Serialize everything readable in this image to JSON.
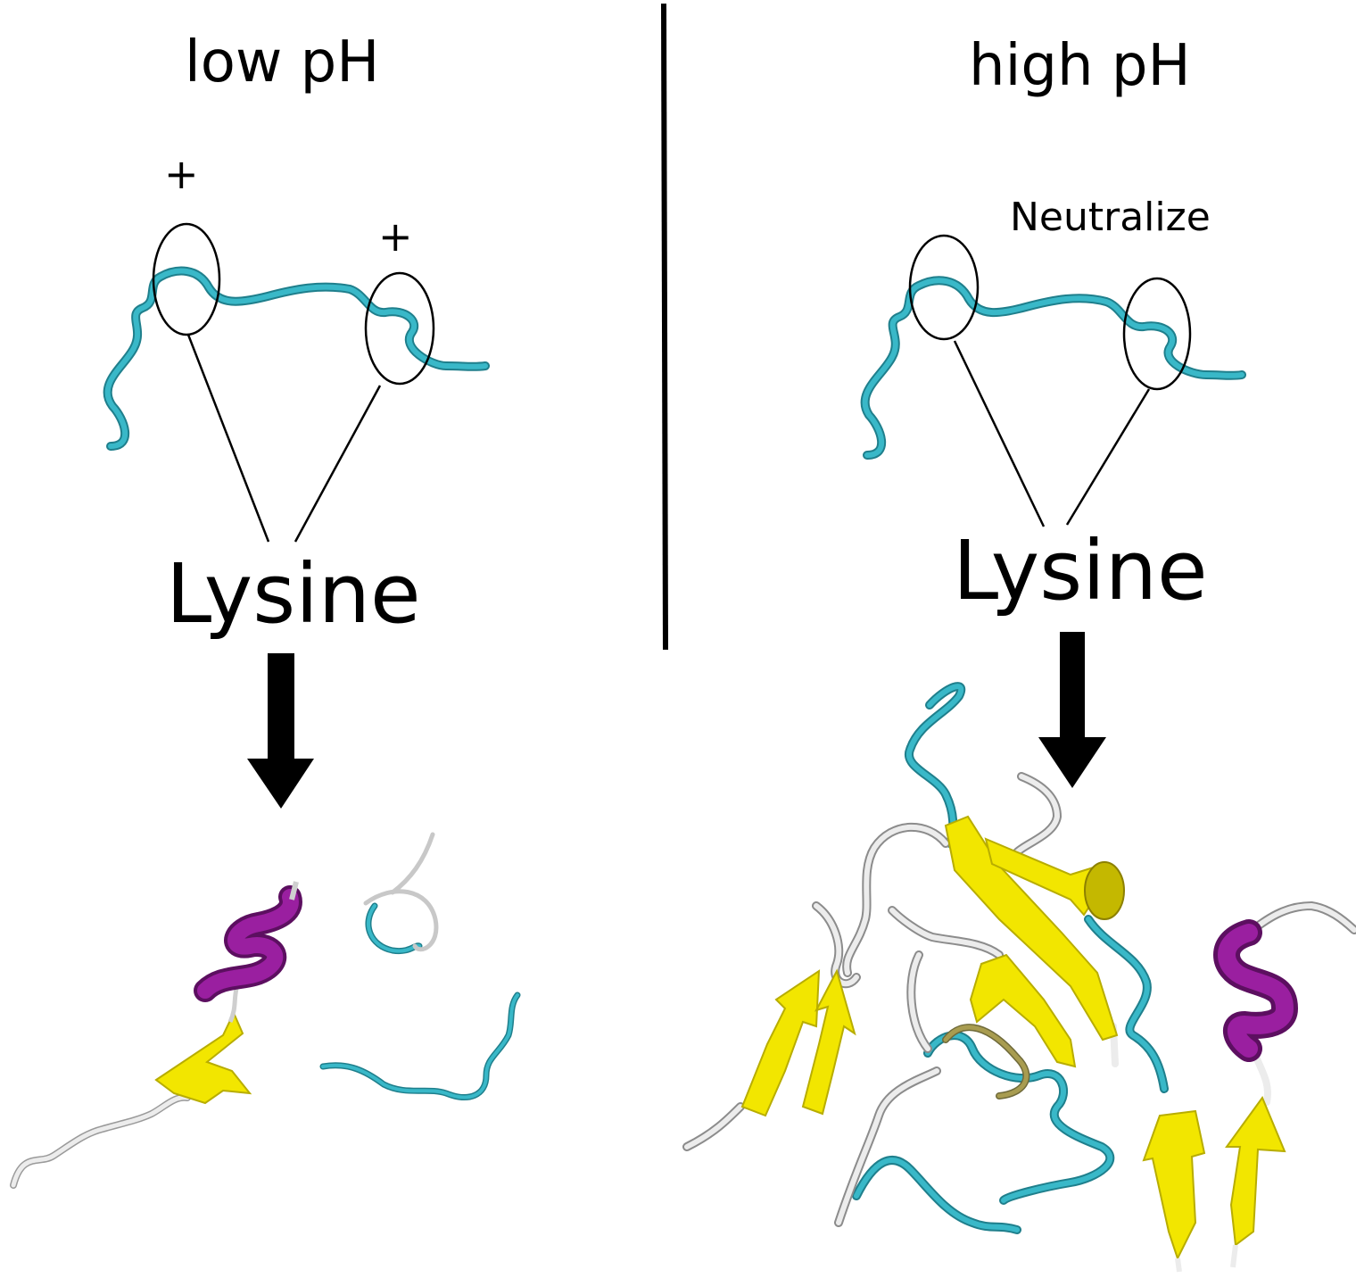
{
  "panels": {
    "left": {
      "title": "low pH",
      "charges": [
        "+",
        "+"
      ],
      "residue_label": "Lysine"
    },
    "right": {
      "title": "high pH",
      "annotation": "Neutralize",
      "residue_label": "Lysine"
    }
  },
  "colors": {
    "coil": "#39b8c8",
    "coil_dark": "#1f7f8c",
    "random_coil": "#e6e6e6",
    "beta_sheet": "#f2e600",
    "beta_edge": "#b8ad00",
    "alpha_helix": "#9a1fa0",
    "helix_dark": "#5c0f60",
    "arrow": "#000000",
    "divider": "#000000"
  }
}
